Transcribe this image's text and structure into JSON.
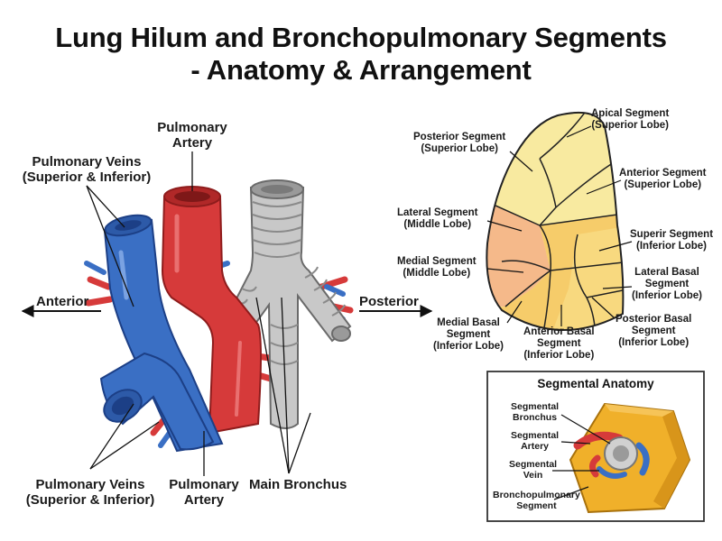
{
  "title": {
    "line1": "Lung Hilum and Bronchopulmonary Segments",
    "line2": "- Anatomy & Arrangement"
  },
  "hilum": {
    "pulmonary_artery_top": [
      "Pulmonary",
      "Artery"
    ],
    "pulmonary_veins_top": [
      "Pulmonary Veins",
      "(Superior & Inferior)"
    ],
    "anterior": "Anterior",
    "posterior": "Posterior",
    "pulmonary_veins_bottom": [
      "Pulmonary Veins",
      "(Superior & Inferior)"
    ],
    "pulmonary_artery_bottom": [
      "Pulmonary",
      "Artery"
    ],
    "main_bronchus": "Main Bronchus"
  },
  "segments": {
    "apical": [
      "Apical Segment",
      "(Superior Lobe)"
    ],
    "posterior": [
      "Posterior Segment",
      "(Superior Lobe)"
    ],
    "anterior": [
      "Anterior Segment",
      "(Superior Lobe)"
    ],
    "lateral_middle": [
      "Lateral Segment",
      "(Middle Lobe)"
    ],
    "superior_inferior": [
      "Superir Segment",
      "(Inferior Lobe)"
    ],
    "medial_middle": [
      "Medial Segment",
      "(Middle Lobe)"
    ],
    "lateral_basal": [
      "Lateral Basal",
      "Segment",
      "(Inferior Lobe)"
    ],
    "medial_basal": [
      "Medial Basal",
      "Segment",
      "(Inferior Lobe)"
    ],
    "anterior_basal": [
      "Anterior Basal",
      "Segment",
      "(Inferior Lobe)"
    ],
    "posterior_basal": [
      "Posterior Basal",
      "Segment",
      "(Inferior Lobe)"
    ]
  },
  "inset": {
    "title": "Segmental Anatomy",
    "segmental_bronchus": [
      "Segmental",
      "Bronchus"
    ],
    "segmental_artery": [
      "Segmental",
      "Artery"
    ],
    "segmental_vein": [
      "Segmental",
      "Vein"
    ],
    "bronchopulmonary_segment": [
      "Bronchopulmonary",
      "Segment"
    ]
  },
  "colors": {
    "vein": "#3a6fc4",
    "vein_dark": "#1c3f86",
    "artery": "#d63a3a",
    "artery_dark": "#8e1c1c",
    "bronchus": "#c8c8c8",
    "bronchus_dark": "#7e7e7e",
    "lobe_superior": "#f8eaa0",
    "lobe_middle": "#f5b98a",
    "lobe_inferior": "#f6cc6a",
    "inset_segment": "#f0b02a"
  }
}
